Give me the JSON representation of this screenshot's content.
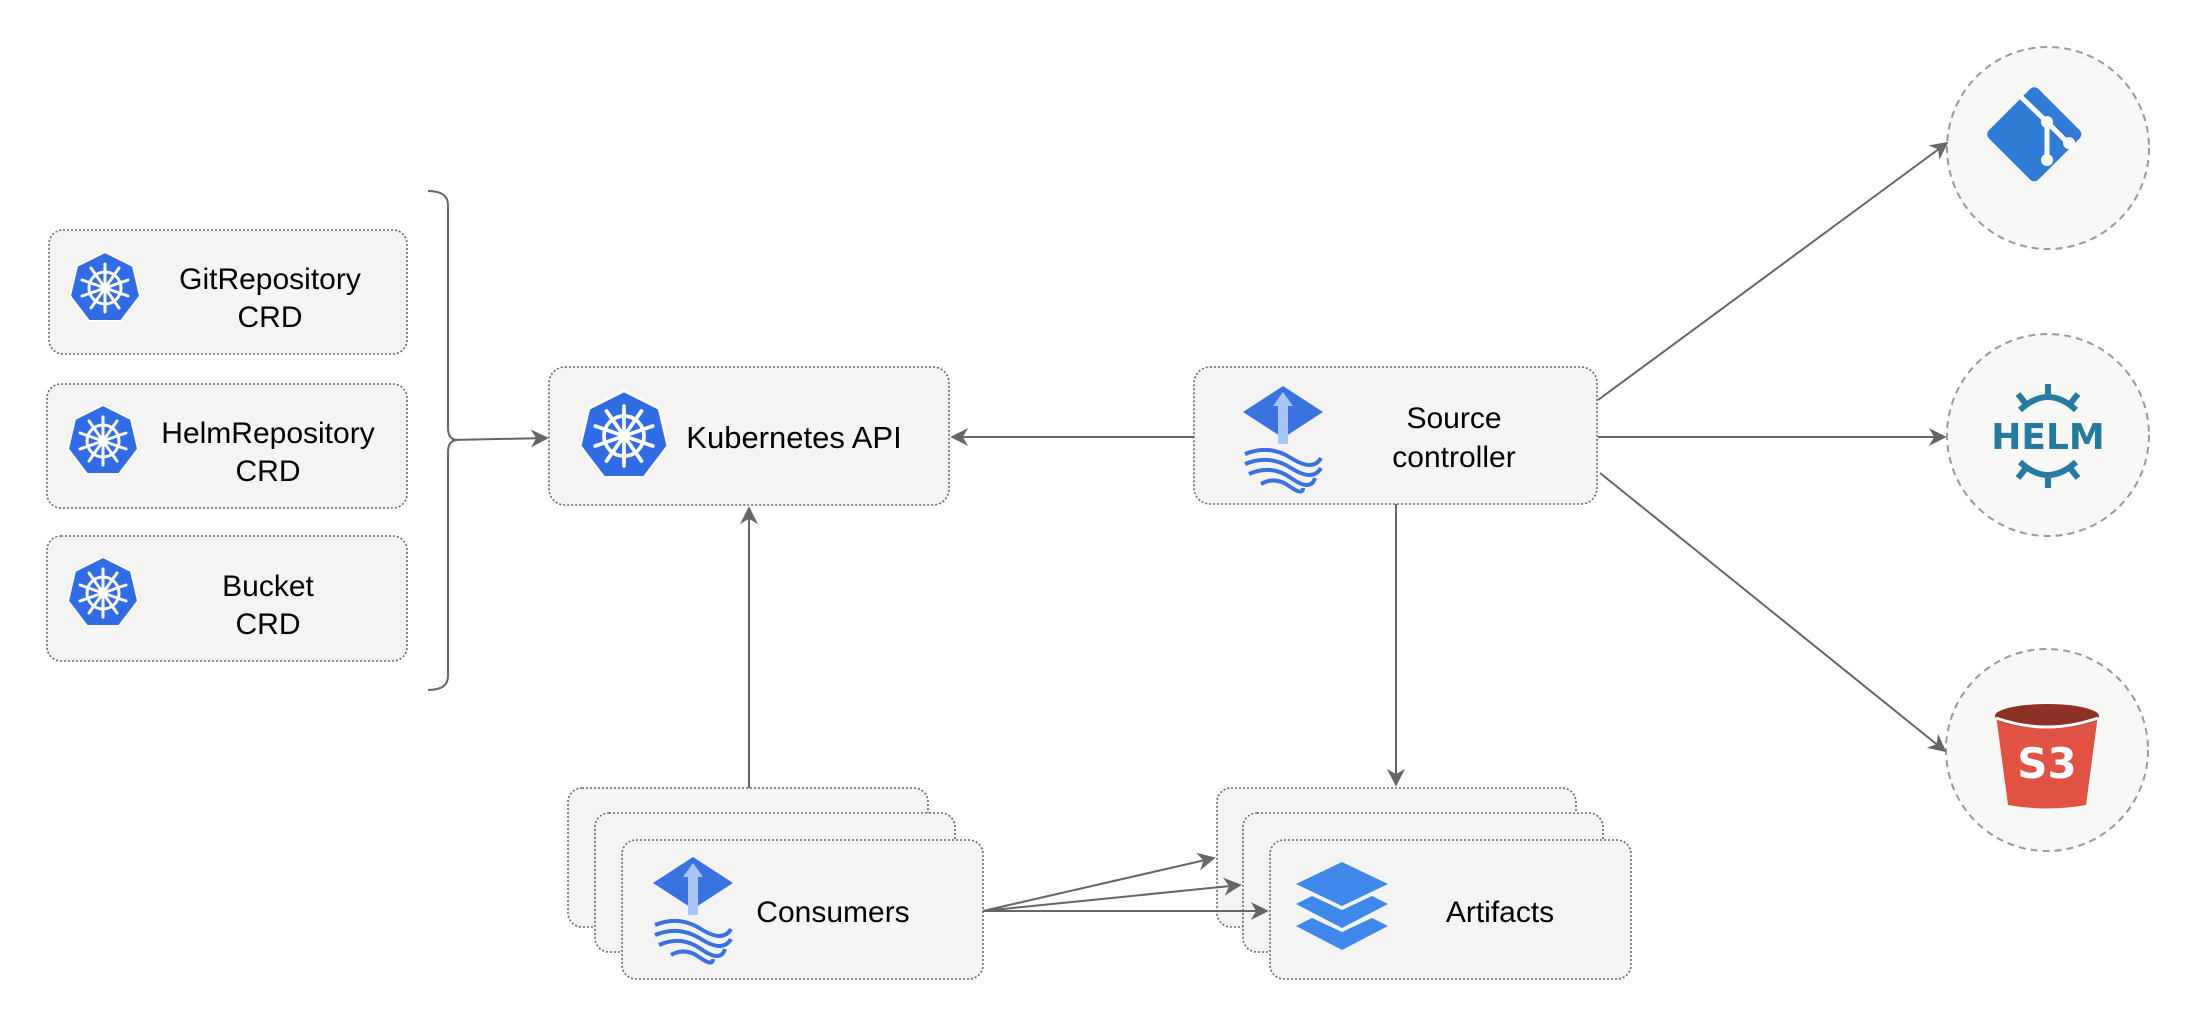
{
  "crds": [
    {
      "line1": "GitRepository",
      "line2": "CRD"
    },
    {
      "line1": "HelmRepository",
      "line2": "CRD"
    },
    {
      "line1": "Bucket",
      "line2": "CRD"
    }
  ],
  "kubernetes_api": {
    "label": "Kubernetes API"
  },
  "source_controller": {
    "line1": "Source",
    "line2": "controller"
  },
  "consumers": {
    "label": "Consumers"
  },
  "artifacts": {
    "label": "Artifacts"
  },
  "sources": {
    "helm_text": "HELM",
    "s3_text": "S3"
  },
  "colors": {
    "kubernetes_blue": "#326ce5",
    "flux_blue": "#3a73e0",
    "git_blue": "#2f7bd6",
    "helm_blue": "#277a9f",
    "s3_red": "#e05243",
    "s3_dark": "#8c3123",
    "layers_blue": "#4089ea",
    "edge_gray": "#666666",
    "box_fill": "#f4f4f4"
  }
}
